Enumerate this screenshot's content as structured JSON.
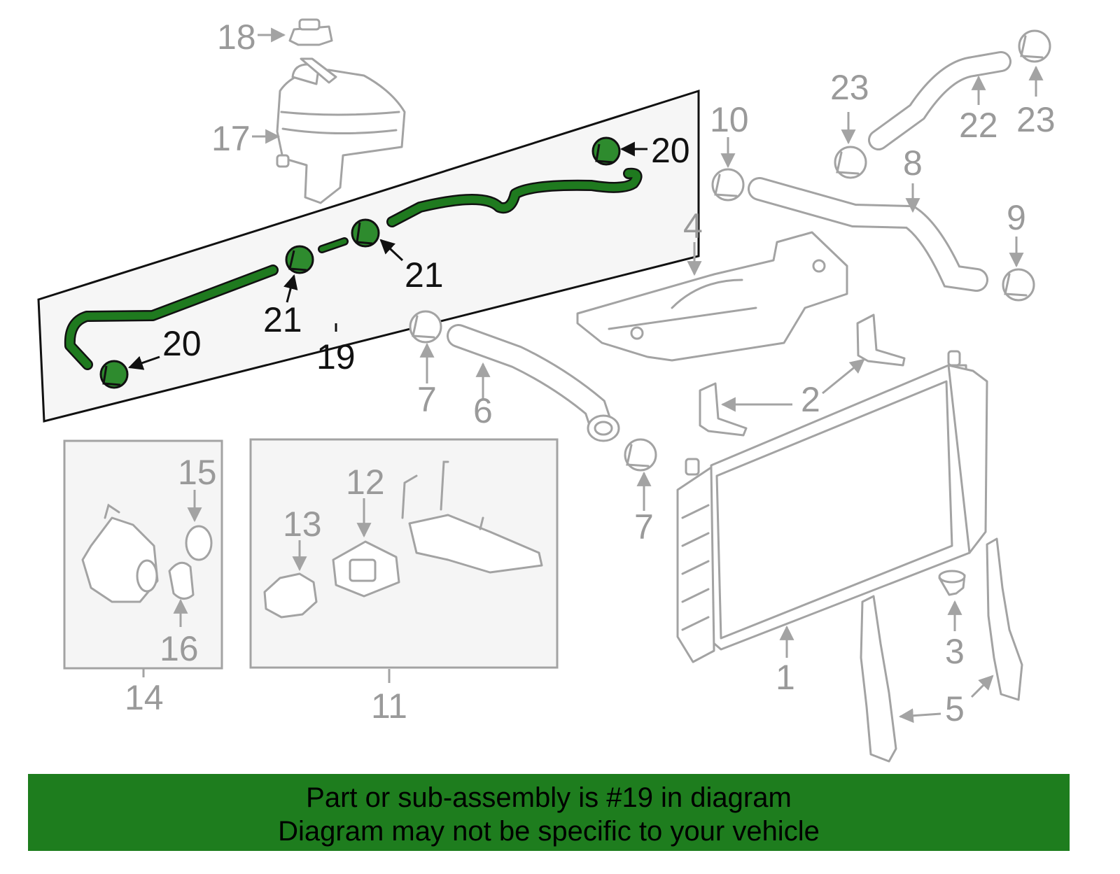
{
  "callouts": {
    "c1": "1",
    "c2": "2",
    "c3": "3",
    "c4": "4",
    "c5": "5",
    "c6": "6",
    "c7": "7",
    "c8": "8",
    "c9": "9",
    "c10": "10",
    "c11": "11",
    "c12": "12",
    "c13": "13",
    "c14": "14",
    "c15": "15",
    "c16": "16",
    "c17": "17",
    "c18": "18",
    "c19": "19",
    "c20": "20",
    "c21": "21",
    "c22": "22",
    "c23": "23"
  },
  "banner": {
    "line1": "Part or sub-assembly is #19 in diagram",
    "line2": "Diagram may not be specific to your vehicle"
  },
  "colors": {
    "highlight": "#1f7a1f",
    "banner": "#1e7d1e",
    "outline": "#a3a3a3"
  }
}
